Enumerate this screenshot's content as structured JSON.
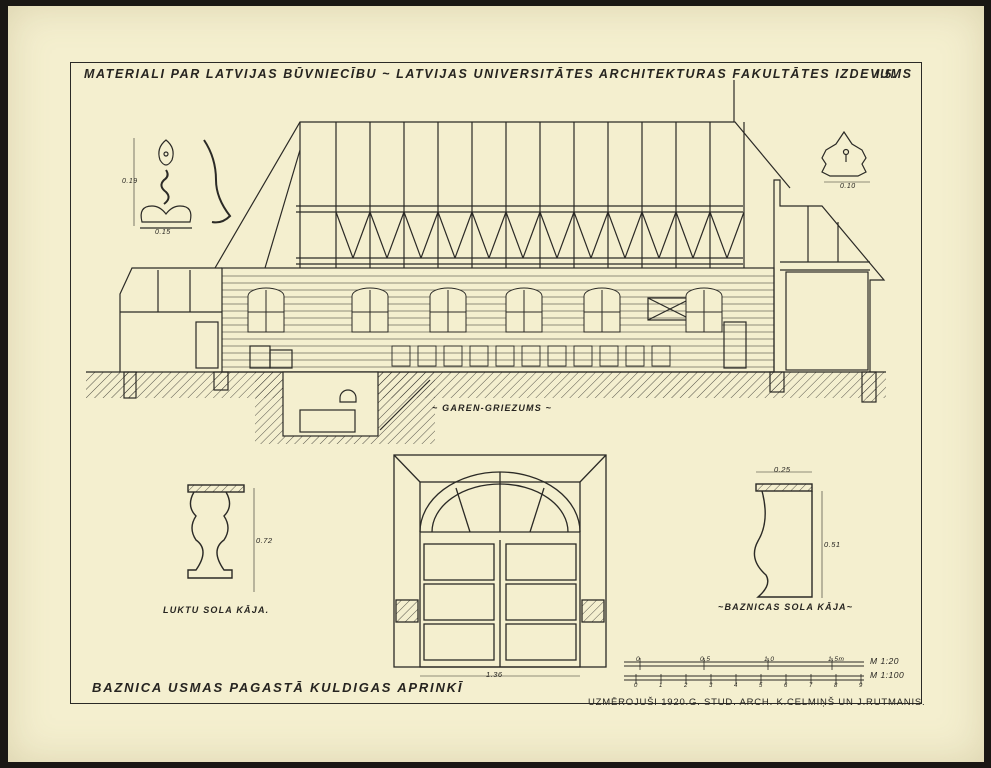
{
  "sheet": {
    "header": "MATERIALI PAR LATVIJAS BŪVNIECĪBU ~ LATVIJAS UNIVERSITĀTES ARCHITEKTURAS FAKULTĀTES IZDEVUMS",
    "sheet_number": "I.5.",
    "caption": "BAZNICA USMAS PAGASTĀ  KULDIGAS APRINKĪ",
    "credit": "UZMĒROJUŠI 1920.G.  STUD. ARCH. K.CELMIŅŠ UN J.RUTMANIS."
  },
  "labels": {
    "section": "~ GAREN-GRIEZUMS ~",
    "bench_left": "LUKTU SOLA KĀJA.",
    "bench_right": "~BAZNICAS SOLA KĀJA~",
    "scale_20": "M 1:20",
    "scale_100": "M 1:100"
  },
  "dimensions": {
    "gate_width": "1.36",
    "bench_right_top": "0.25",
    "bench_right_height": "0.51",
    "bench_left_height": "0.72",
    "hinge_width": "0.15",
    "hinge_height": "0.19",
    "lock_width": "0.10"
  },
  "scale_bar": {
    "ticks_20": [
      "0",
      "0.5",
      "1.0",
      "1.5m"
    ],
    "ticks_100": [
      "0",
      "1",
      "2",
      "3",
      "4",
      "5",
      "6",
      "7",
      "8",
      "9"
    ]
  },
  "colors": {
    "paper": "#f4efcf",
    "ink": "#2b2a26",
    "backdrop": "#1a1714"
  }
}
